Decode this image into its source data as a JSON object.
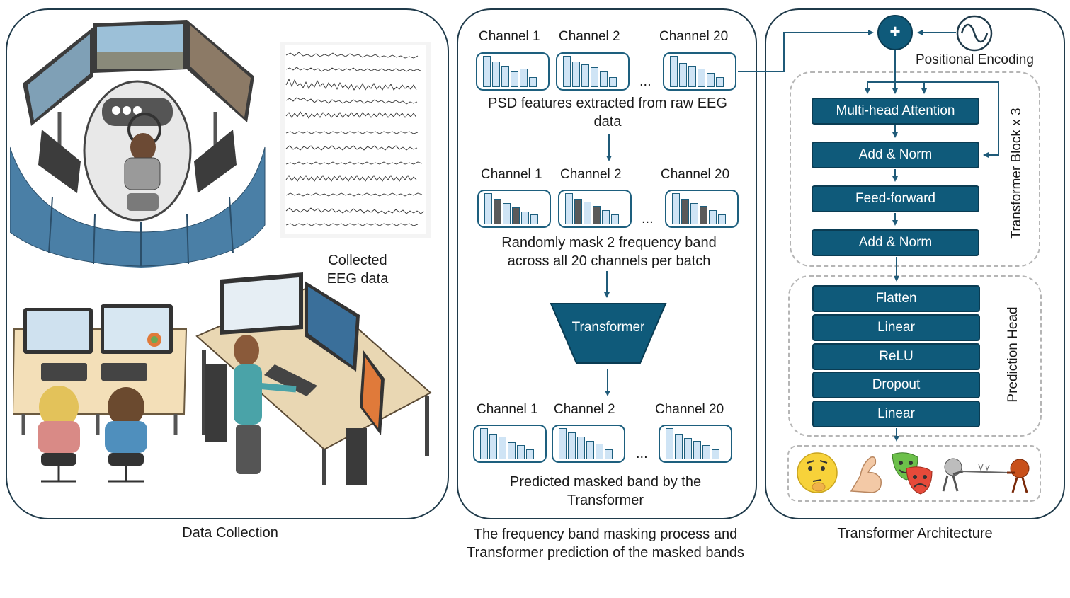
{
  "collection": {
    "collected_label": "Collected\nEEG data",
    "caption": "Data Collection"
  },
  "masking": {
    "row1": {
      "ch1": "Channel 1",
      "ch2": "Channel 2",
      "ch20": "Channel 20",
      "dots": "...",
      "caption": "PSD features extracted from raw EEG data"
    },
    "row2": {
      "ch1": "Channel 1",
      "ch2": "Channel 2",
      "ch20": "Channel 20",
      "dots": "...",
      "caption": "Randomly mask 2 frequency band across all 20 channels per batch"
    },
    "transformer": "Transformer",
    "row3": {
      "ch1": "Channel 1",
      "ch2": "Channel 2",
      "ch20": "Channel 20",
      "dots": "...",
      "caption": "Predicted masked band by the Transformer"
    },
    "caption": "The frequency band masking process and Transformer prediction of the masked bands"
  },
  "architecture": {
    "plus": "+",
    "positional_encoding": "Positional Encoding",
    "block_label": "Transformer Block x 3",
    "block": [
      "Multi-head Attention",
      "Add & Norm",
      "Feed-forward",
      "Add & Norm"
    ],
    "head_label": "Prediction Head",
    "head": [
      "Flatten",
      "Linear",
      "ReLU",
      "Dropout",
      "Linear"
    ],
    "caption": "Transformer Architecture"
  },
  "colors": {
    "accent": "#0f5a7a",
    "bar_fill": "#cfe4f5",
    "masked_bar": "#5a5a5a",
    "panel_border": "#1f3a4a"
  }
}
